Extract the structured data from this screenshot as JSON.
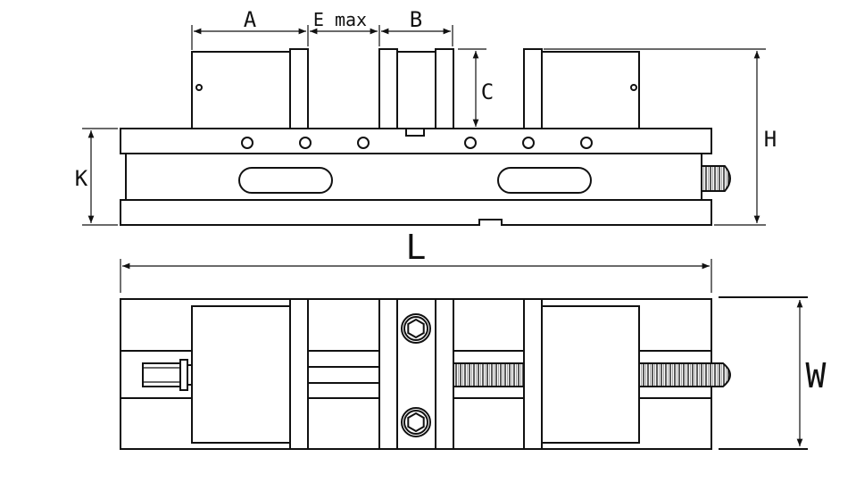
{
  "diagram": {
    "labels": {
      "A": "A",
      "E": "E max",
      "B": "B",
      "C": "C",
      "H": "H",
      "K": "K",
      "L": "L",
      "W": "W"
    },
    "colors": {
      "line": "#111111",
      "fill": "#ffffff",
      "thread": "#444444"
    },
    "icons": [
      "hex-socket-screw-icon",
      "threaded-spindle-icon",
      "handle-icon"
    ]
  }
}
